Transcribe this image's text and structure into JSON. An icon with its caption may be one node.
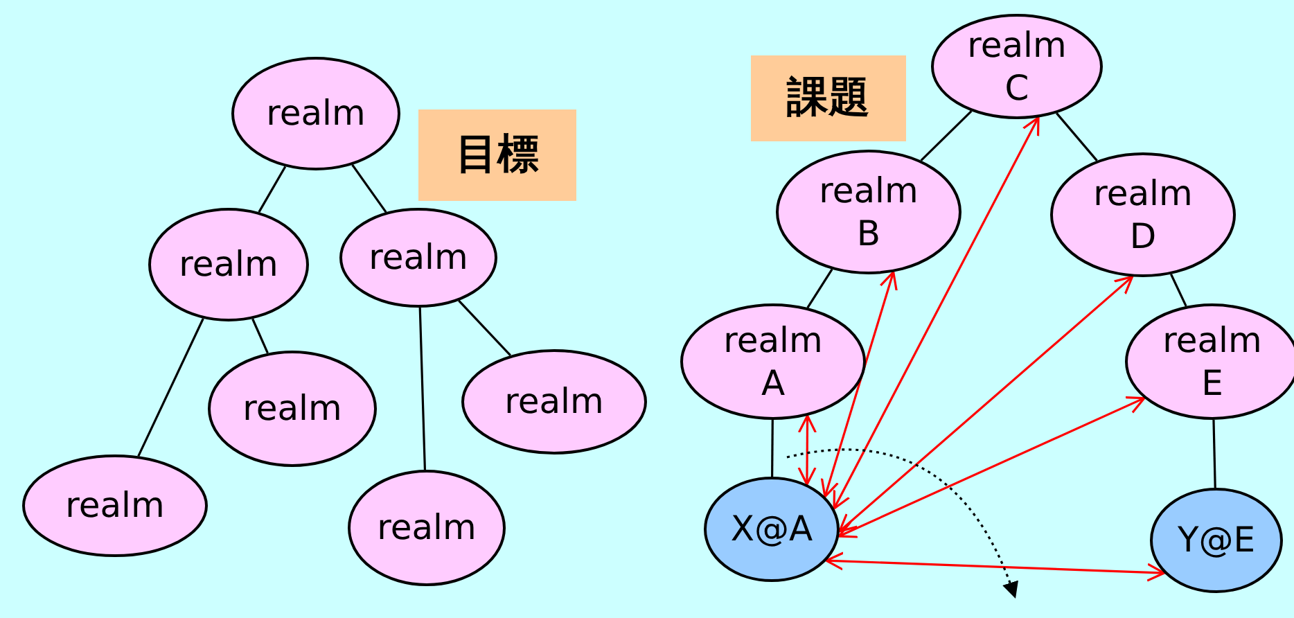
{
  "diagram": {
    "nodes": [
      {
        "text": [
          "realm"
        ]
      },
      {
        "text": [
          "realm"
        ]
      },
      {
        "text": [
          "realm"
        ]
      },
      {
        "text": [
          "realm"
        ]
      },
      {
        "text": [
          "realm"
        ]
      },
      {
        "text": [
          "realm"
        ]
      },
      {
        "text": [
          "realm"
        ]
      },
      {
        "text": [
          "目標"
        ]
      },
      {
        "text": [
          "課題"
        ]
      },
      {
        "text": [
          "realm C"
        ]
      },
      {
        "text": [
          "realm B"
        ]
      },
      {
        "text": [
          "realm D"
        ]
      },
      {
        "text": [
          "realm A"
        ]
      },
      {
        "text": [
          "realm E"
        ]
      },
      {
        "text": [
          "X@A"
        ]
      },
      {
        "text": [
          "Y@E"
        ]
      }
    ],
    "edges": [
      {
        "from": 0,
        "to": 1,
        "arrow": "none"
      },
      {
        "from": 0,
        "to": 2,
        "arrow": "none"
      },
      {
        "from": 1,
        "to": 5,
        "arrow": "none"
      },
      {
        "from": 1,
        "to": 3,
        "arrow": "none"
      },
      {
        "from": 2,
        "to": 6,
        "arrow": "none"
      },
      {
        "from": 2,
        "to": 4,
        "arrow": "none"
      },
      {
        "from": 9,
        "to": 10,
        "arrow": "none"
      },
      {
        "from": 9,
        "to": 11,
        "arrow": "none"
      },
      {
        "from": 10,
        "to": 12,
        "arrow": "none"
      },
      {
        "from": 11,
        "to": 13,
        "arrow": "none"
      },
      {
        "from": 12,
        "to": 14,
        "arrow": "none"
      },
      {
        "from": 13,
        "to": 15,
        "arrow": "none"
      },
      {
        "from": 14,
        "to": 12,
        "arrow": "both",
        "color": "#ff0000"
      },
      {
        "from": 14,
        "to": 10,
        "arrow": "both",
        "color": "#ff0000"
      },
      {
        "from": 14,
        "to": 9,
        "arrow": "both",
        "color": "#ff0000"
      },
      {
        "from": 14,
        "to": 11,
        "arrow": "both",
        "color": "#ff0000"
      },
      {
        "from": 14,
        "to": 13,
        "arrow": "both",
        "color": "#ff0000"
      },
      {
        "from": 14,
        "to": 15,
        "arrow": "both",
        "color": "#ff0000"
      }
    ]
  }
}
